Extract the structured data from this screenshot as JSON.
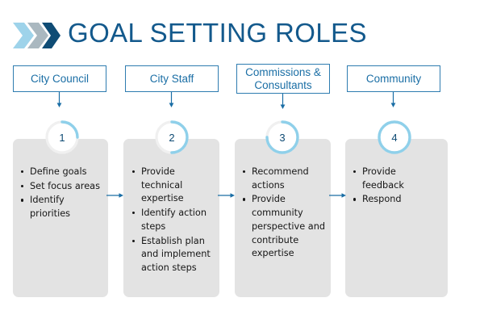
{
  "page": {
    "title": "GOAL SETTING ROLES",
    "background": "#ffffff"
  },
  "logo": {
    "name": "triple-chevron-logo",
    "chevron_colors": [
      "#9ed3ea",
      "#aab8c0",
      "#0f4c75"
    ]
  },
  "colors": {
    "title_blue": "#13598c",
    "header_border": "#2e7cb0",
    "header_text": "#1a6ea5",
    "panel_gray": "#e3e3e3",
    "ring_track": "#f0f0f0",
    "ring_arc": "#8fd0ea",
    "number_navy": "#0d4a73",
    "arrow_blue": "#1a6ea5",
    "body_text": "#161616"
  },
  "columns": [
    {
      "header": "City Council",
      "step_number": "1",
      "ring_percent": 25,
      "bullets": [
        "Define goals",
        "Set focus areas",
        "Identify priorities"
      ]
    },
    {
      "header": "City Staff",
      "step_number": "2",
      "ring_percent": 50,
      "bullets": [
        "Provide technical expertise",
        "Identify  action steps",
        "Establish plan and implement action steps"
      ]
    },
    {
      "header": "Commissions & Consultants",
      "step_number": "3",
      "ring_percent": 75,
      "bullets": [
        "Recommend actions",
        "Provide community perspective and contribute expertise"
      ]
    },
    {
      "header": "Community",
      "step_number": "4",
      "ring_percent": 100,
      "bullets": [
        "Provide feedback",
        "Respond"
      ]
    }
  ],
  "connectors": [
    {
      "name": "connector-1-to-2"
    },
    {
      "name": "connector-2-to-3"
    },
    {
      "name": "connector-3-to-4"
    }
  ]
}
